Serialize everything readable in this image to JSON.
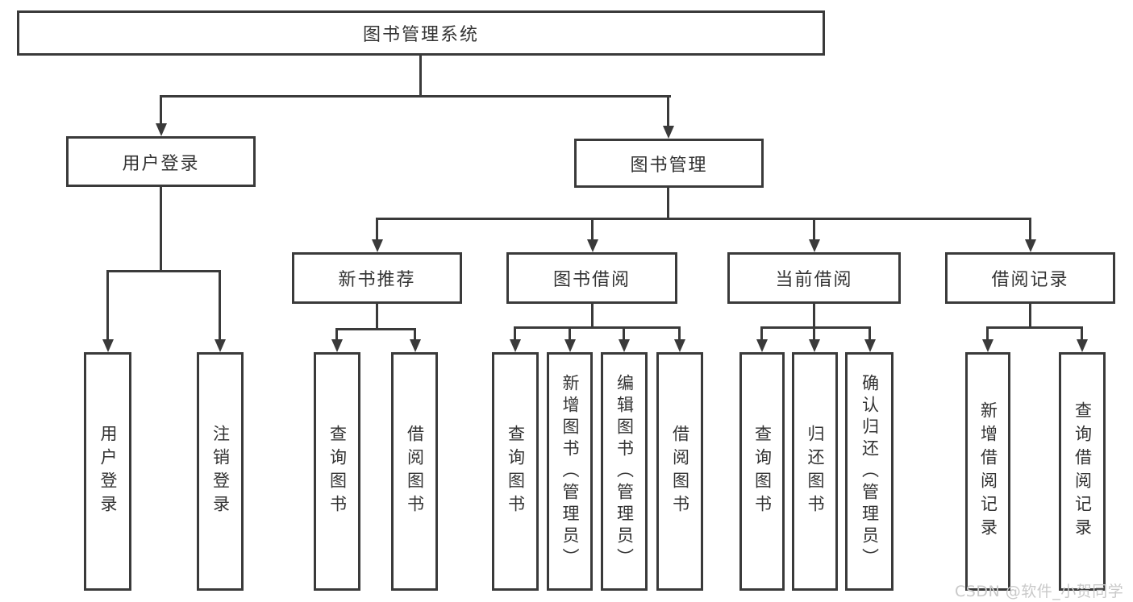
{
  "diagram_type": "tree",
  "colors": {
    "line": "#3a3a3a",
    "text": "#333333",
    "bg": "#ffffff",
    "watermark": "#c9c9c9"
  },
  "tree": {
    "label": "图书管理系统",
    "children": [
      {
        "label": "用户登录",
        "children": [
          {
            "label": "用户登录"
          },
          {
            "label": "注销登录"
          }
        ]
      },
      {
        "label": "图书管理",
        "children": [
          {
            "label": "新书推荐",
            "children": [
              {
                "label": "查询图书"
              },
              {
                "label": "借阅图书"
              }
            ]
          },
          {
            "label": "图书借阅",
            "children": [
              {
                "label": "查询图书"
              },
              {
                "label": "新增图书（管理员）"
              },
              {
                "label": "编辑图书（管理员）"
              },
              {
                "label": "借阅图书"
              }
            ]
          },
          {
            "label": "当前借阅",
            "children": [
              {
                "label": "查询图书"
              },
              {
                "label": "归还图书"
              },
              {
                "label": "确认归还（管理员）"
              }
            ]
          },
          {
            "label": "借阅记录",
            "children": [
              {
                "label": "新增借阅记录"
              },
              {
                "label": "查询借阅记录"
              }
            ]
          }
        ]
      }
    ]
  },
  "watermark": "CSDN @软件_小贺同学"
}
